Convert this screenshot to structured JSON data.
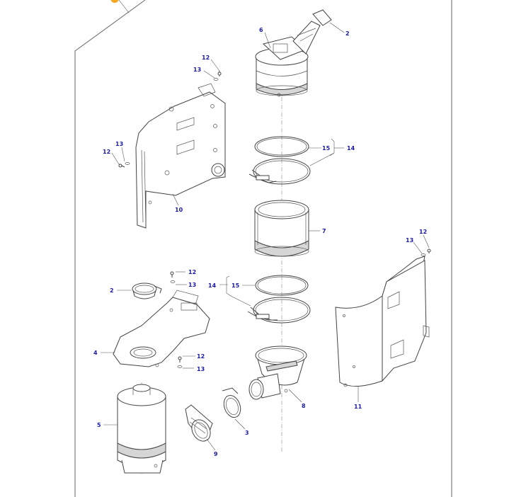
{
  "diagram": {
    "callouts": {
      "c2a": "2",
      "c6": "6",
      "c12a": "12",
      "c13a": "13",
      "c13b": "13",
      "c12b": "12",
      "c15a": "15",
      "c14a": "14",
      "c10": "10",
      "c7": "7",
      "c12c": "12",
      "c13c": "13",
      "c12d": "12",
      "c13d": "13",
      "c2b": "2",
      "c14b": "14",
      "c15b": "15",
      "c4": "4",
      "c12e": "12",
      "c13e": "13",
      "c11": "11",
      "c8": "8",
      "c5": "5",
      "c3": "3",
      "c9": "9"
    },
    "colors": {
      "callout": "#1a1aa8",
      "line": "#444444",
      "frame": "#666666",
      "tab": "#f5a623"
    }
  }
}
